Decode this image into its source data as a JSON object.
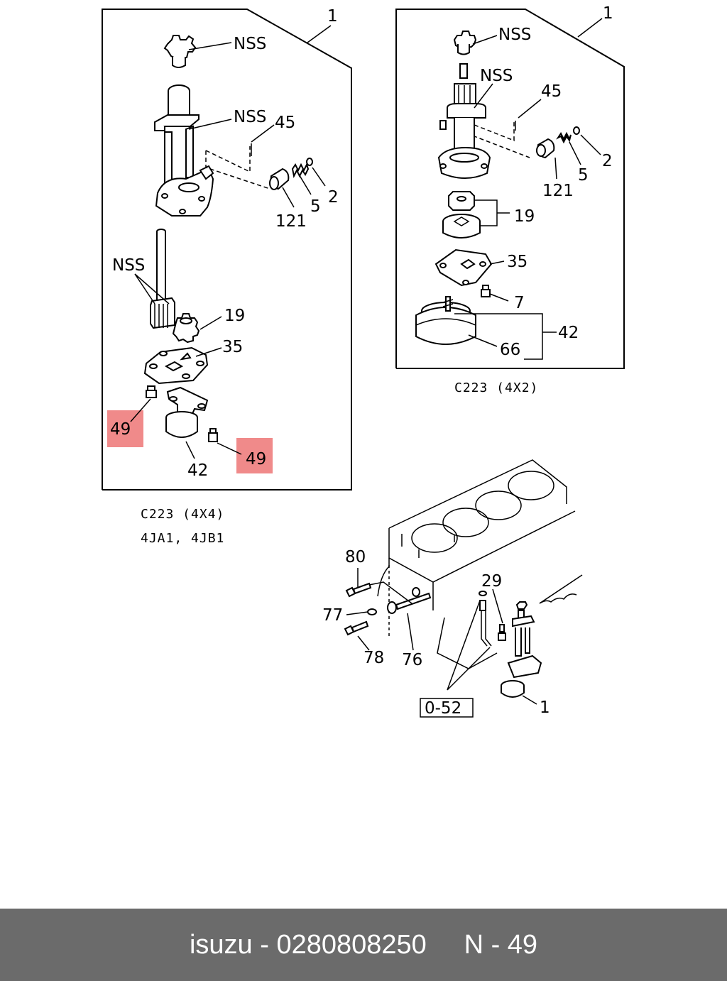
{
  "labels": {
    "nss": "NSS",
    "n1": "1",
    "n45": "45",
    "n2": "2",
    "n5": "5",
    "n121": "121",
    "n19": "19",
    "n35": "35",
    "n49": "49",
    "n42": "42",
    "n7": "7",
    "n66": "66",
    "n80": "80",
    "n29": "29",
    "n77": "77",
    "n78": "78",
    "n76": "76",
    "ref": "0-52"
  },
  "captions": {
    "left_model": "C223 (4X4)",
    "left_engines": "4JA1, 4JB1",
    "right_model": "C223 (4X2)"
  },
  "highlight_color": "#f08a8a",
  "footer": {
    "brand": "isuzu",
    "separator": " - ",
    "part_number": "0280808250",
    "gap": "     ",
    "page": "N - 49"
  }
}
